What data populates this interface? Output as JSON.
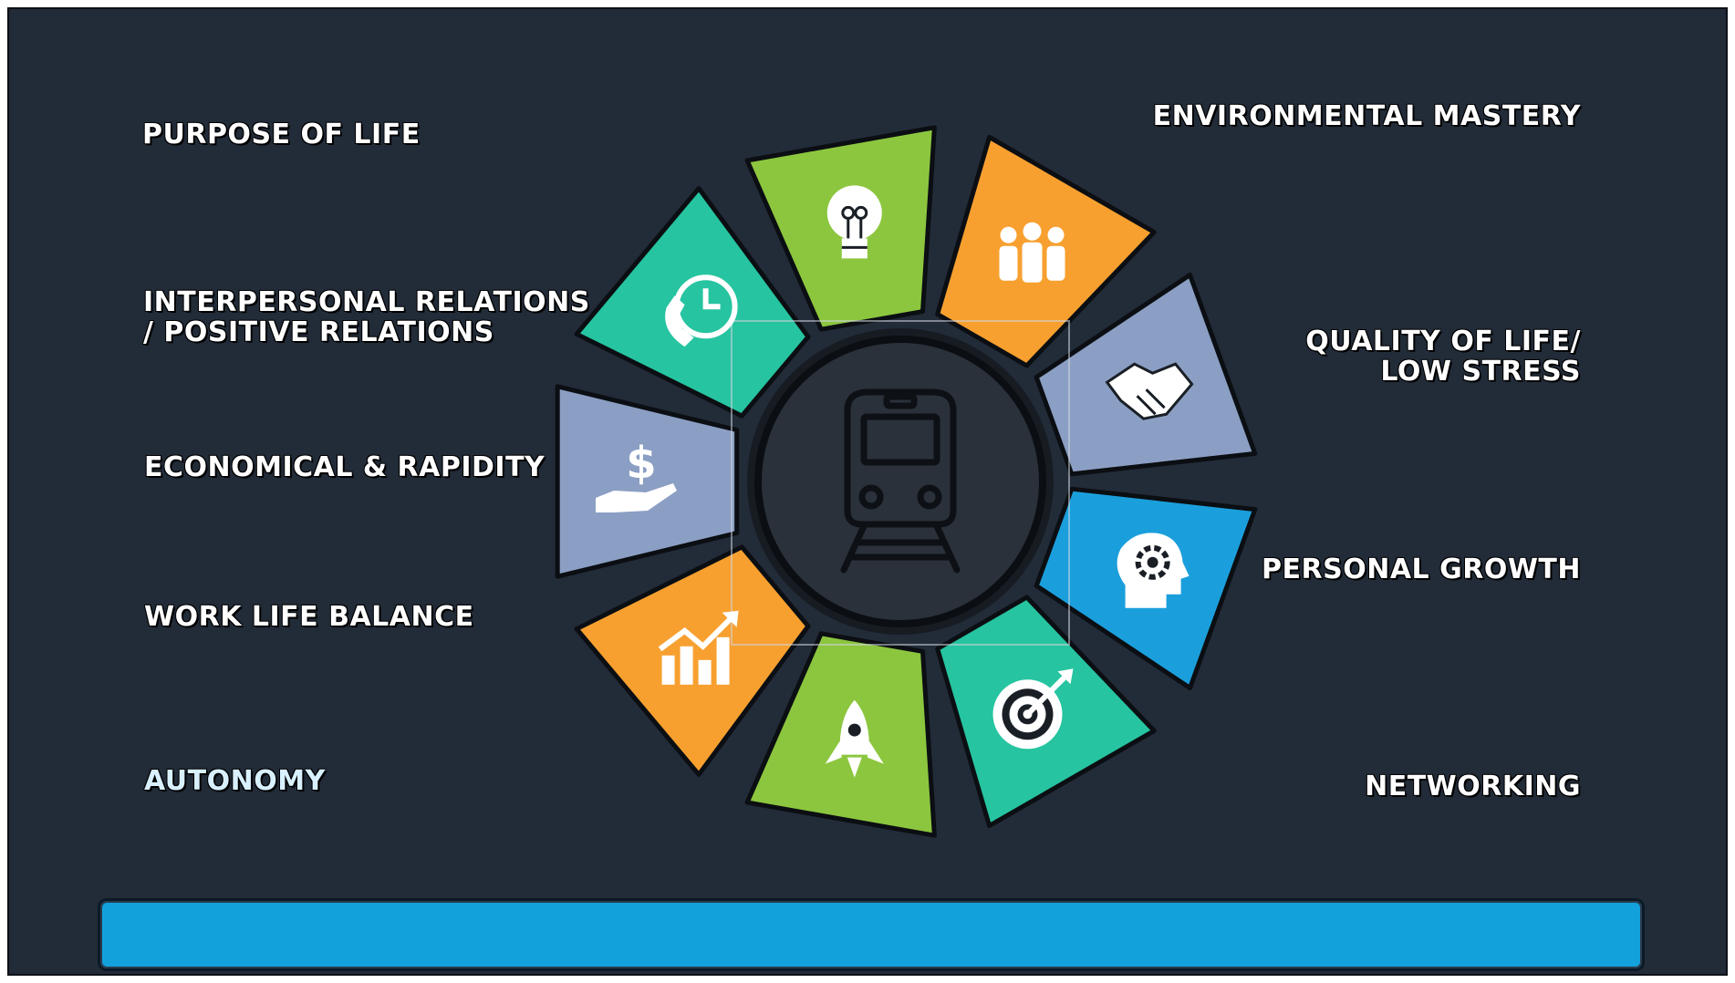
{
  "labels": {
    "purpose_of_life": "PURPOSE OF LIFE",
    "interpersonal_line1": "INTERPERSONAL  RELATIONS",
    "interpersonal_line2": "/ POSITIVE RELATIONS",
    "economical": "ECONOMICAL  &  RAPIDITY",
    "work_life_balance": "WORK LIFE BALANCE",
    "autonomy": "AUTONOMY",
    "environmental_mastery": "ENVIRONMENTAL  MASTERY",
    "quality_line1": "QUALITY OF LIFE/",
    "quality_line2": "LOW STRESS",
    "personal_growth": "PERSONAL  GROWTH",
    "networking": "NETWORKING"
  },
  "colors": {
    "background": "#222b38",
    "label_text": "#ffffff",
    "autonomy_text": "#d8f0ff",
    "bottom_bar": "#13a1dc",
    "hub": "#2a313b",
    "segments": [
      "#8cc63f",
      "#f7a030",
      "#8b9fc4",
      "#1b9fdc",
      "#26c4a0",
      "#8cc63f",
      "#f7a030",
      "#8b9fc4",
      "#26c4a0"
    ]
  },
  "segments": [
    {
      "icon": "lightbulb-icon"
    },
    {
      "icon": "team-icon"
    },
    {
      "icon": "handshake-icon"
    },
    {
      "icon": "head-gear-icon"
    },
    {
      "icon": "target-icon"
    },
    {
      "icon": "rocket-icon"
    },
    {
      "icon": "growth-chart-icon"
    },
    {
      "icon": "money-hand-icon"
    },
    {
      "icon": "phone-clock-icon"
    }
  ],
  "center_icon": "train-icon"
}
